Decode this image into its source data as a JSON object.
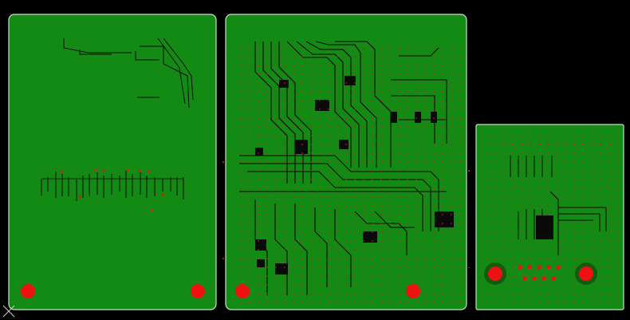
{
  "view": {
    "background_color": "#000000",
    "copper_color": "#138a13",
    "outline_color": "#c8e0c8",
    "trace_color": "#0a0a0a",
    "pad_color": "#ee1111",
    "via_color": "#d11a1a"
  },
  "boards": [
    {
      "id": "board-left",
      "has_mounting_holes": true
    },
    {
      "id": "board-middle",
      "has_mounting_holes": true
    },
    {
      "id": "board-right",
      "has_connector_holes": true
    }
  ],
  "cursor": {
    "icon": "crosshair-icon"
  }
}
